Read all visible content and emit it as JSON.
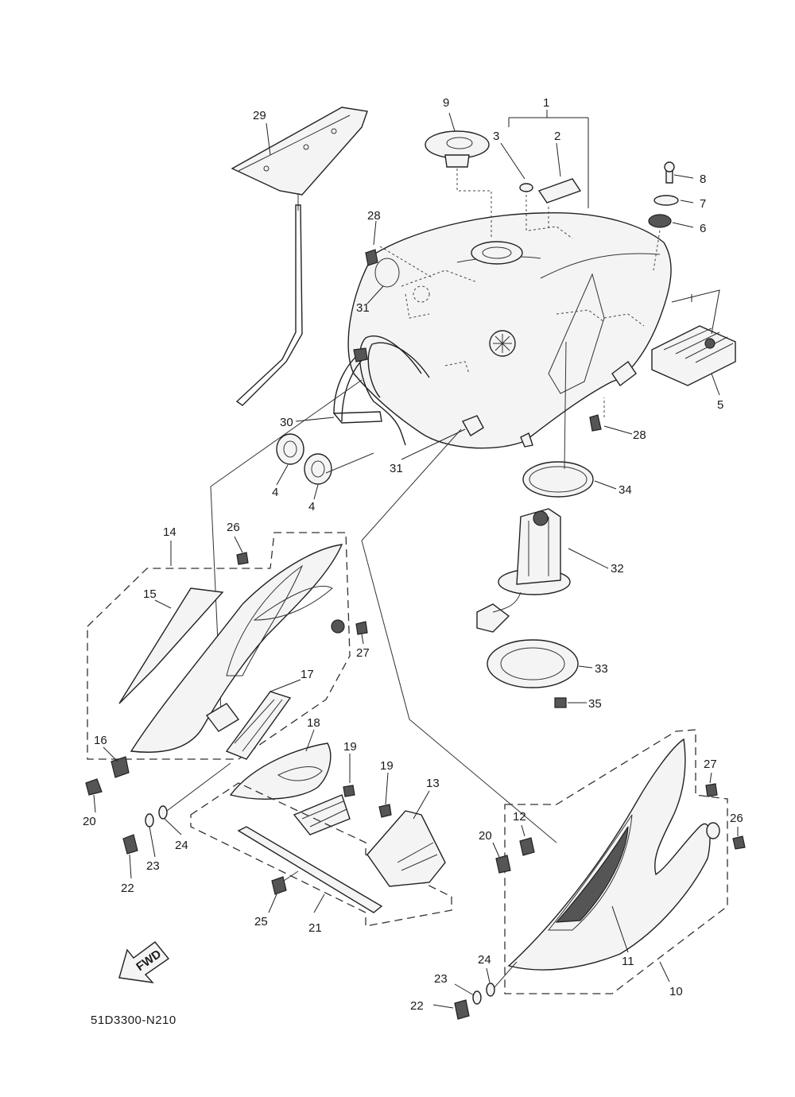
{
  "diagram_code": "51D3300-N210",
  "fwd_label": "FWD",
  "callouts": {
    "c1": "1",
    "c2": "2",
    "c3": "3",
    "c4a": "4",
    "c4b": "4",
    "c5": "5",
    "c6": "6",
    "c7": "7",
    "c8": "8",
    "c9": "9",
    "c10": "10",
    "c11": "11",
    "c12": "12",
    "c13": "13",
    "c14": "14",
    "c15": "15",
    "c16": "16",
    "c17": "17",
    "c18": "18",
    "c19a": "19",
    "c19b": "19",
    "c20a": "20",
    "c20b": "20",
    "c21": "21",
    "c22a": "22",
    "c22b": "22",
    "c23a": "23",
    "c23b": "23",
    "c24a": "24",
    "c24b": "24",
    "c25": "25",
    "c26a": "26",
    "c26b": "26",
    "c27a": "27",
    "c27b": "27",
    "c28a": "28",
    "c28b": "28",
    "c29": "29",
    "c30": "30",
    "c31a": "31",
    "c31b": "31",
    "c32": "32",
    "c33": "33",
    "c34": "34",
    "c35": "35"
  }
}
